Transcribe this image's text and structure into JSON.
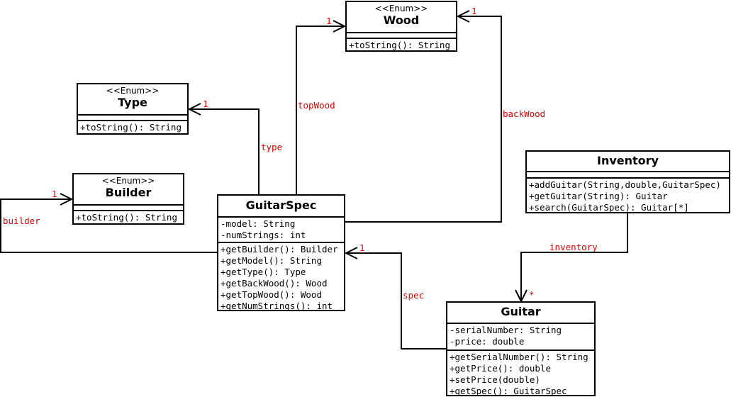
{
  "classes": {
    "wood": {
      "stereotype": "<<Enum>>",
      "name": "Wood",
      "methods": [
        "+toString(): String"
      ]
    },
    "type": {
      "stereotype": "<<Enum>>",
      "name": "Type",
      "methods": [
        "+toString(): String"
      ]
    },
    "builder": {
      "stereotype": "<<Enum>>",
      "name": "Builder",
      "methods": [
        "+toString(): String"
      ]
    },
    "guitarspec": {
      "name": "GuitarSpec",
      "attributes": [
        "-model: String",
        "-numStrings: int"
      ],
      "methods": [
        "+getBuilder(): Builder",
        "+getModel(): String",
        "+getType(): Type",
        "+getBackWood(): Wood",
        "+getTopWood(): Wood",
        "+getNumStrings(): int"
      ]
    },
    "inventory": {
      "name": "Inventory",
      "methods": [
        "+addGuitar(String,double,GuitarSpec)",
        "+getGuitar(String): Guitar",
        "+search(GuitarSpec): Guitar[*]"
      ]
    },
    "guitar": {
      "name": "Guitar",
      "attributes": [
        "-serialNumber: String",
        "-price: double"
      ],
      "methods": [
        "+getSerialNumber(): String",
        "+getPrice(): double",
        "+setPrice(double)",
        "+getSpec(): GuitarSpec"
      ]
    }
  },
  "associations": {
    "topWood": {
      "role": "topWood",
      "multiplicity": "1"
    },
    "backWood": {
      "role": "backWood",
      "multiplicity": "1"
    },
    "type": {
      "role": "type",
      "multiplicity": "1"
    },
    "builder": {
      "role": "builder",
      "multiplicity": "1"
    },
    "spec": {
      "role": "spec",
      "multiplicity": "1"
    },
    "inventory": {
      "role": "inventory",
      "multiplicity": "*"
    }
  },
  "colors": {
    "line": "#000000",
    "label": "#e00000"
  }
}
